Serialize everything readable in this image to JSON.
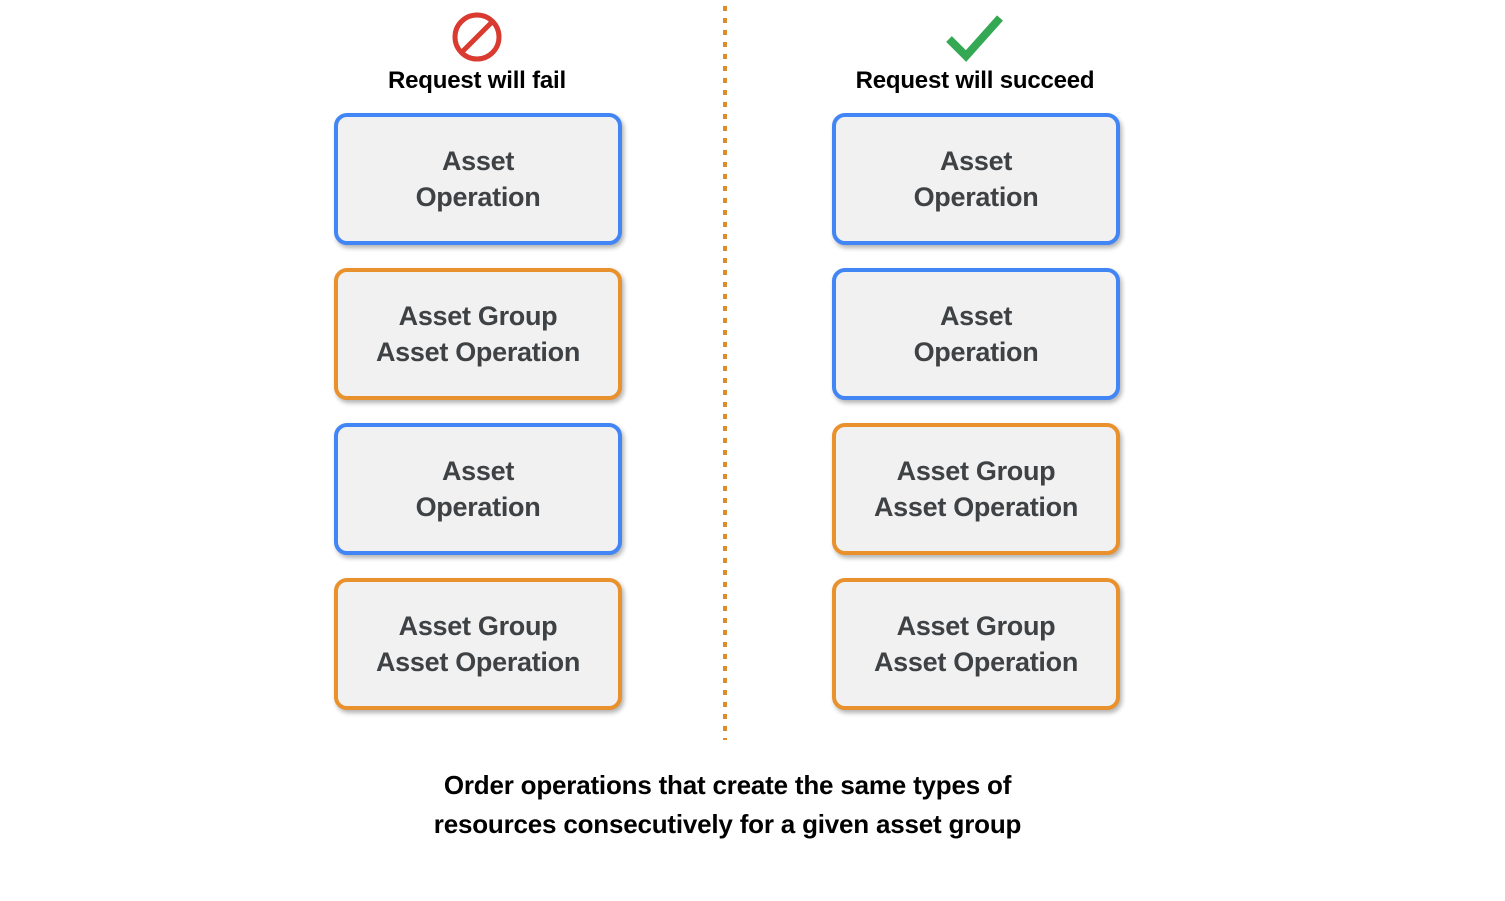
{
  "colors": {
    "blue_border": "#4285F4",
    "orange_border": "#E8912D",
    "card_fill": "#F1F1F1",
    "card_text": "#3F4244",
    "fail_icon": "#D93B30",
    "succeed_icon": "#34A853",
    "divider": "#E08B2B",
    "background": "#FFFFFF"
  },
  "columns": [
    {
      "id": "fail",
      "icon": "prohibition-icon",
      "icon_color": "#D93B30",
      "title": "Request will fail",
      "cards": [
        {
          "label": "Asset\nOperation",
          "type": "blue"
        },
        {
          "label": "Asset Group\nAsset Operation",
          "type": "orange"
        },
        {
          "label": "Asset\nOperation",
          "type": "blue"
        },
        {
          "label": "Asset Group\nAsset Operation",
          "type": "orange"
        }
      ]
    },
    {
      "id": "succeed",
      "icon": "checkmark-icon",
      "icon_color": "#34A853",
      "title": "Request will succeed",
      "cards": [
        {
          "label": "Asset\nOperation",
          "type": "blue"
        },
        {
          "label": "Asset\nOperation",
          "type": "blue"
        },
        {
          "label": "Asset Group\nAsset Operation",
          "type": "orange"
        },
        {
          "label": "Asset Group\nAsset Operation",
          "type": "orange"
        }
      ]
    }
  ],
  "caption": "Order operations that create the same types of\nresources consecutively for a given asset group"
}
